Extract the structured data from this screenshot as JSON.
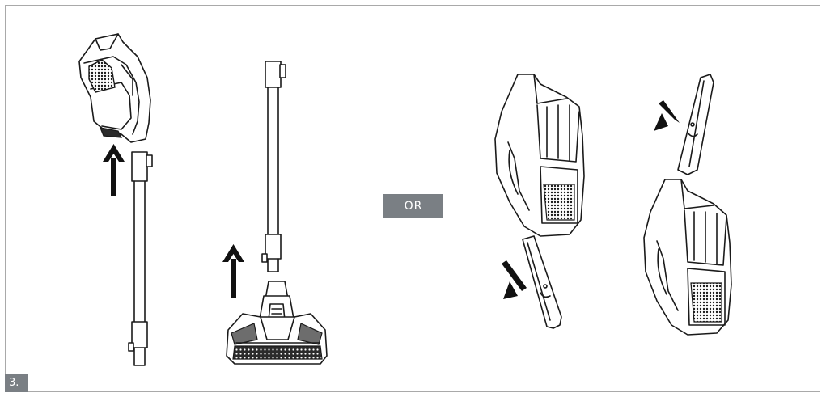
{
  "figure": {
    "step_label": "3.",
    "or_label": "OR",
    "colors": {
      "frame_border": "#a9a9a9",
      "badge_background": "#7a7f84",
      "badge_text": "#ffffff",
      "line_art": "#1a1a1a"
    },
    "illustrations": [
      "handheld-unit-onto-tube-illustration",
      "tube-onto-floor-nozzle-illustration",
      "crevice-tool-into-handheld-illustration",
      "crevice-tool-into-handheld-alt-illustration"
    ],
    "arrow_icons": [
      "arrow-up-icon",
      "arrow-up-icon",
      "arrow-down-left-icon",
      "arrow-down-left-icon"
    ]
  }
}
